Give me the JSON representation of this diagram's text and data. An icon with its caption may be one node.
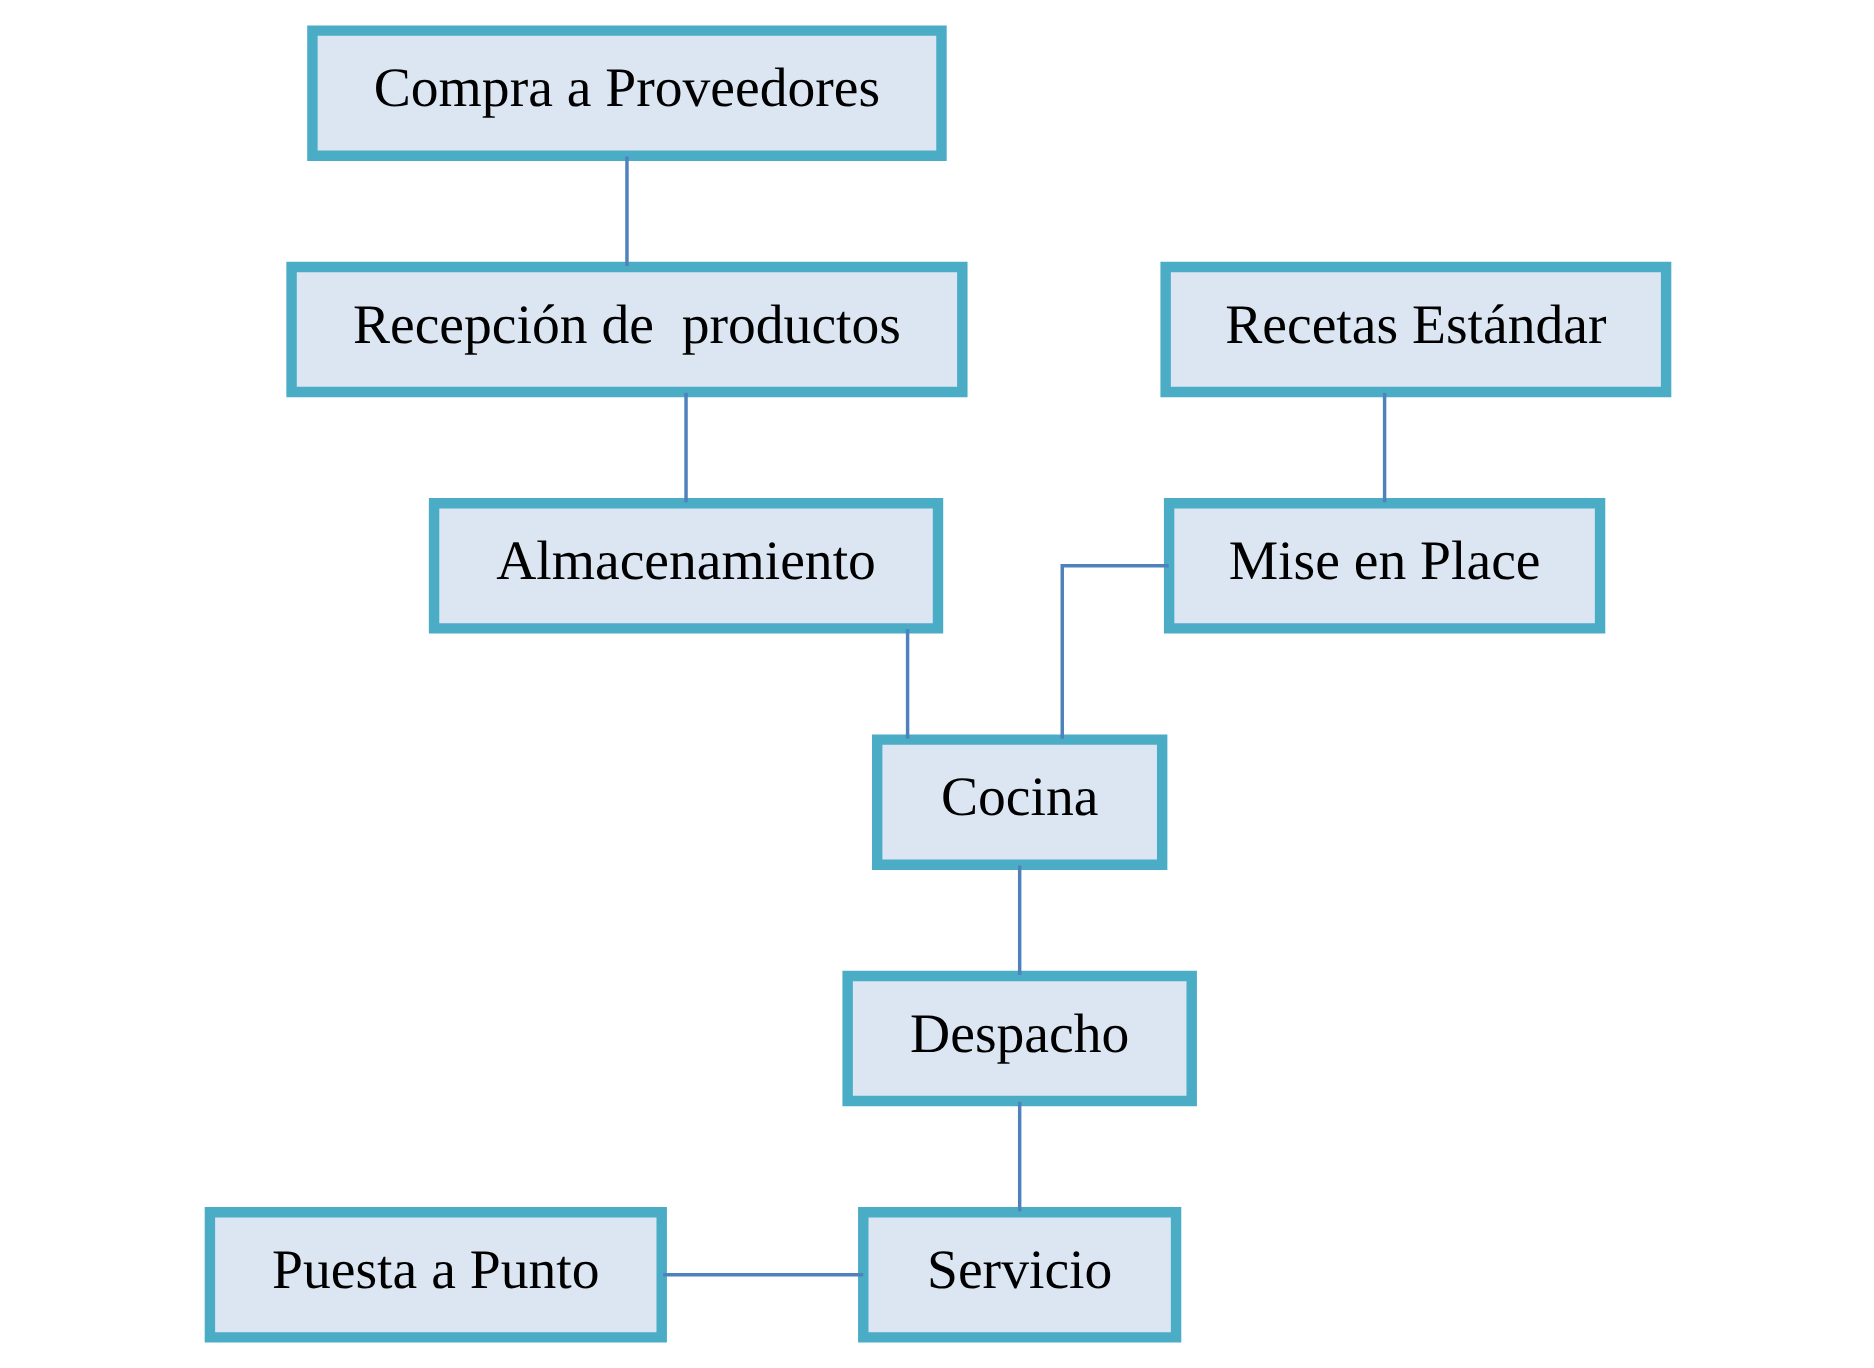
{
  "diagram": {
    "nodes": [
      {
        "text": [
          "Compra a Proveedores"
        ]
      },
      {
        "text": [
          "Recetas Estándar"
        ]
      },
      {
        "text": [
          "Recepción de  productos"
        ]
      },
      {
        "text": [
          "Mise en Place"
        ]
      },
      {
        "text": [
          "Almacenamiento"
        ]
      },
      {
        "text": [
          "Cocina"
        ]
      },
      {
        "text": [
          "Despacho"
        ]
      },
      {
        "text": [
          "Puesta a Punto"
        ]
      },
      {
        "text": [
          "Servicio"
        ]
      }
    ],
    "edges": [
      {
        "from": 0,
        "to": 2,
        "arrow": "none"
      },
      {
        "from": 1,
        "to": 3,
        "arrow": "none"
      },
      {
        "from": 2,
        "to": 4,
        "arrow": "none"
      },
      {
        "from": 3,
        "to": 5,
        "arrow": "none"
      },
      {
        "from": 4,
        "to": 5,
        "arrow": "none"
      },
      {
        "from": 5,
        "to": 6,
        "arrow": "none"
      },
      {
        "from": 6,
        "to": 8,
        "arrow": "none"
      },
      {
        "from": 7,
        "to": 8,
        "arrow": "none"
      }
    ]
  }
}
